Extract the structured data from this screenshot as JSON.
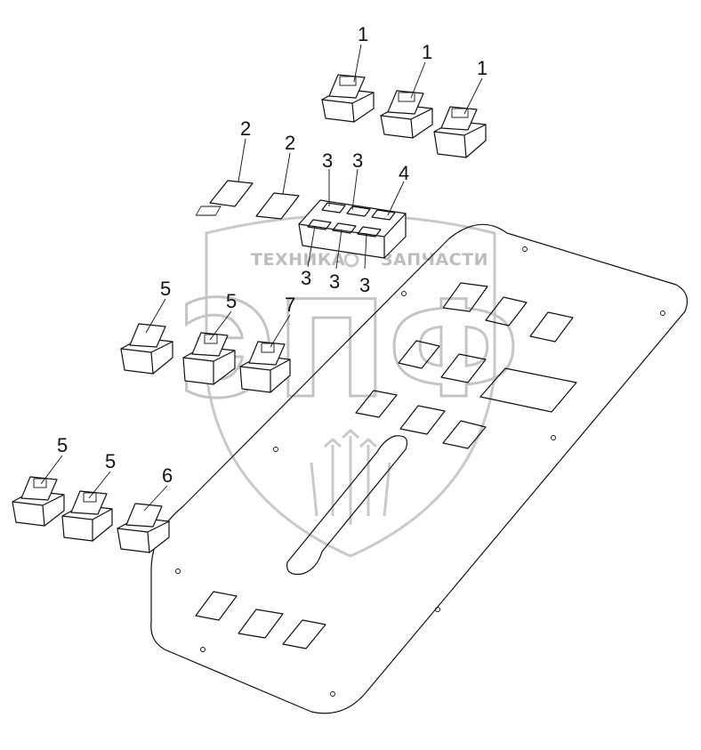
{
  "watermark": {
    "top_text": "ТЕХНИКА",
    "top_text_right": "ЗАПЧАСТИ",
    "logo_letters": "ЭПФ",
    "color": "#c4c4c4"
  },
  "callouts": [
    {
      "id": "c1a",
      "label": "1"
    },
    {
      "id": "c1b",
      "label": "1"
    },
    {
      "id": "c1c",
      "label": "1"
    },
    {
      "id": "c2a",
      "label": "2"
    },
    {
      "id": "c2b",
      "label": "2"
    },
    {
      "id": "c3a",
      "label": "3"
    },
    {
      "id": "c3b",
      "label": "3"
    },
    {
      "id": "c4",
      "label": "4"
    },
    {
      "id": "c3c",
      "label": "3"
    },
    {
      "id": "c3d",
      "label": "3"
    },
    {
      "id": "c3e",
      "label": "3"
    },
    {
      "id": "c5a",
      "label": "5"
    },
    {
      "id": "c5b",
      "label": "5"
    },
    {
      "id": "c7",
      "label": "7"
    },
    {
      "id": "c5c",
      "label": "5"
    },
    {
      "id": "c5d",
      "label": "5"
    },
    {
      "id": "c6",
      "label": "6"
    }
  ],
  "line_color": "#111111"
}
